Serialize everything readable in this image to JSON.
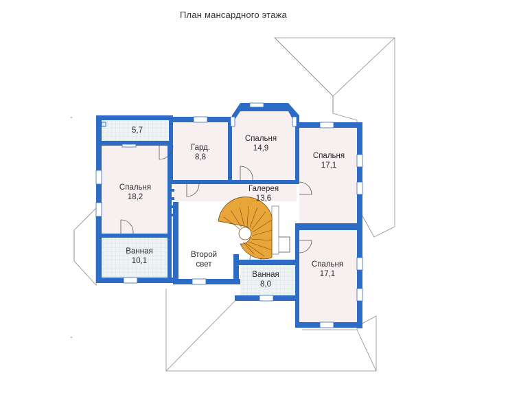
{
  "title": "План мансардного этажа",
  "rooms": [
    {
      "key": "terrace",
      "name": "",
      "area": "5,7"
    },
    {
      "key": "bedroom_nw",
      "name": "Спальня",
      "area": "18,2"
    },
    {
      "key": "wardrobe",
      "name": "Гард.",
      "area": "8,8"
    },
    {
      "key": "bedroom_n",
      "name": "Спальня",
      "area": "14,9"
    },
    {
      "key": "bedroom_ne",
      "name": "Спальня",
      "area": "17,1"
    },
    {
      "key": "gallery",
      "name": "Галерея",
      "area": "13,6"
    },
    {
      "key": "bath_w",
      "name": "Ванная",
      "area": "10,1"
    },
    {
      "key": "second_light",
      "name": "Второй",
      "area": "свет"
    },
    {
      "key": "bath_c",
      "name": "Ванная",
      "area": "8,0"
    },
    {
      "key": "bedroom_se",
      "name": "Спальня",
      "area": "17,1"
    }
  ],
  "colors": {
    "wall": "#2d6cc4",
    "floor": "#f7eef0",
    "tile": "#e4ecef",
    "roof_line": "#888888",
    "stair": "#e8a53a"
  }
}
